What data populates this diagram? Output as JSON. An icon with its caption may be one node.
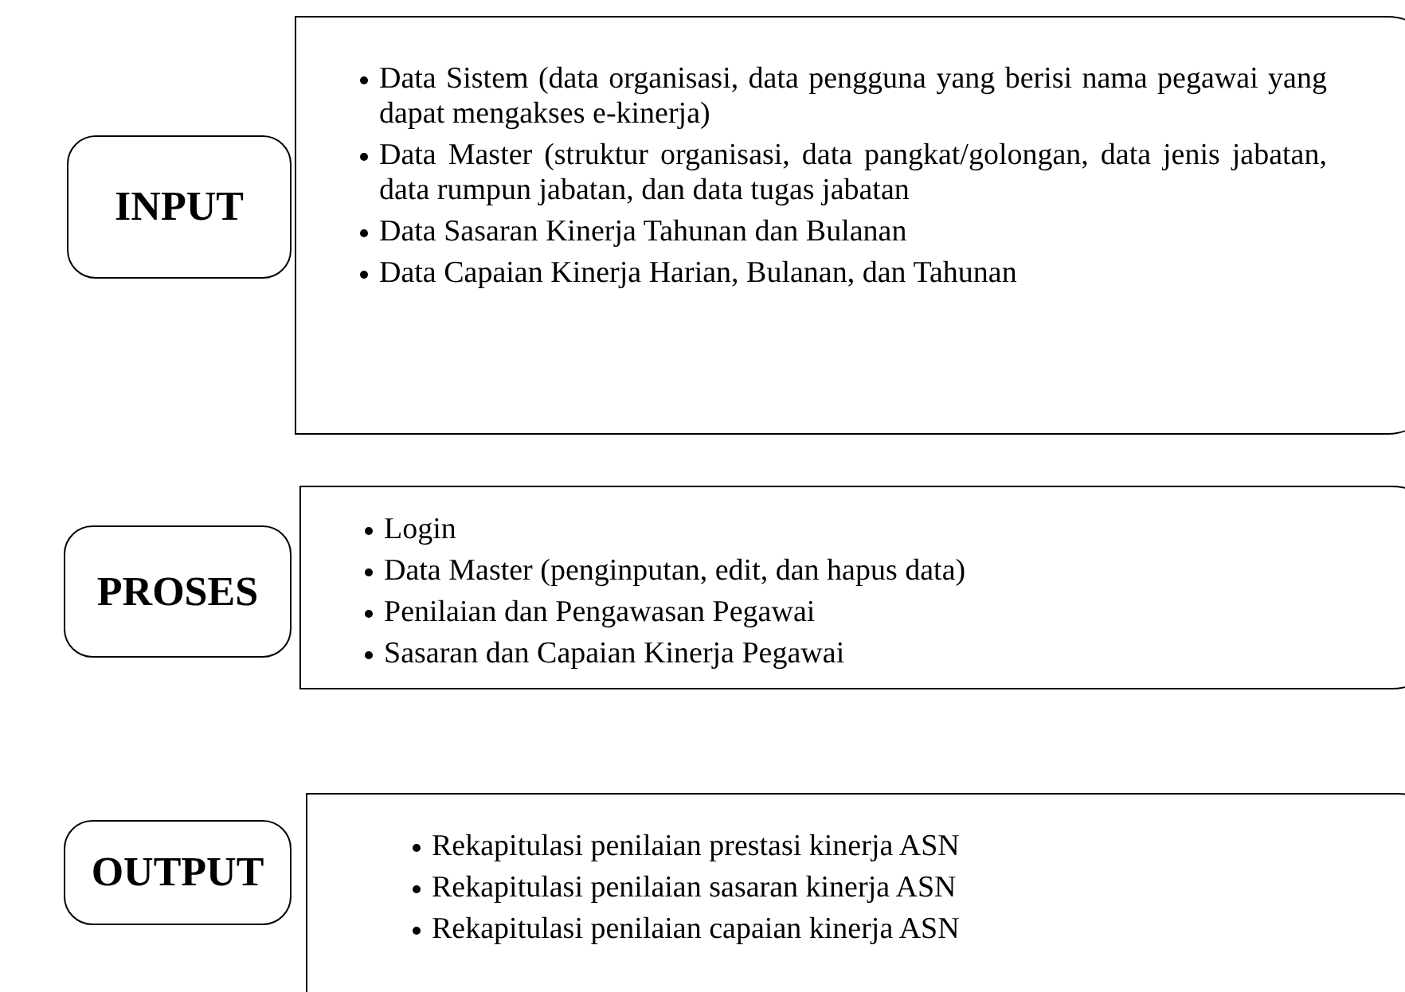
{
  "diagram": {
    "nodes": [
      {
        "text": [
          "INPUT"
        ]
      },
      {
        "text": [
          "Data Sistem (data organisasi, data pengguna yang berisi nama pegawai yang dapat mengakses e-kinerja)",
          "Data Master (struktur organisasi, data pangkat/golongan, data jenis jabatan, data rumpun jabatan, dan data tugas jabatan",
          "Data Sasaran Kinerja Tahunan dan Bulanan",
          "Data Capaian Kinerja Harian, Bulanan, dan Tahunan"
        ]
      },
      {
        "text": [
          "PROSES"
        ]
      },
      {
        "text": [
          "Login",
          "Data Master (penginputan, edit, dan hapus data)",
          "Penilaian dan Pengawasan Pegawai",
          "Sasaran dan Capaian Kinerja Pegawai"
        ]
      },
      {
        "text": [
          "OUTPUT"
        ]
      },
      {
        "text": [
          "Rekapitulasi penilaian prestasi kinerja ASN",
          "Rekapitulasi penilaian sasaran kinerja ASN",
          "Rekapitulasi penilaian capaian kinerja ASN"
        ]
      }
    ],
    "edges": []
  }
}
